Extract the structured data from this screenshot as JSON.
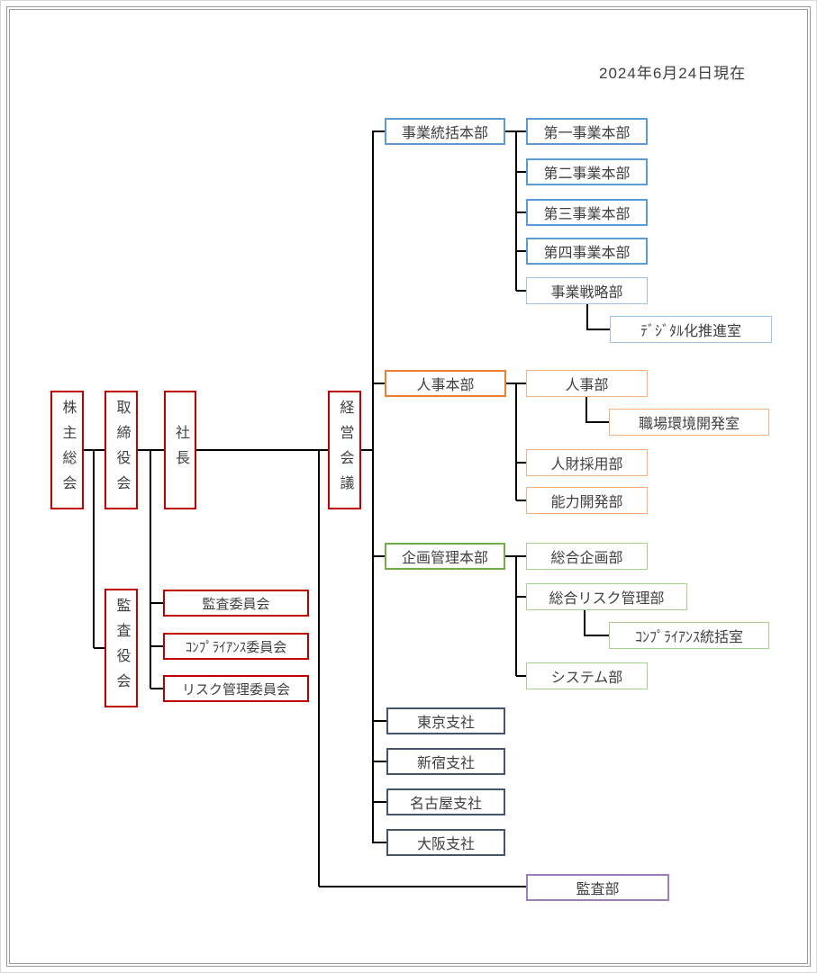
{
  "page": {
    "as_of_date": "2024年6月24日現在"
  },
  "governance": {
    "shareholders_meeting": "株主総会",
    "board_of_directors": "取締役会",
    "president": "社長",
    "management_council": "経営会議",
    "audit_board": "監査役会",
    "committees": [
      "監査委員会",
      "ｺﾝﾌﾟﾗｲｱﾝｽ委員会",
      "リスク管理委員会"
    ]
  },
  "business_division": {
    "head": "事業統括本部",
    "children": [
      "第一事業本部",
      "第二事業本部",
      "第三事業本部",
      "第四事業本部",
      "事業戦略部"
    ],
    "strategy_sub": "ﾃﾞｼﾞﾀﾙ化推進室"
  },
  "hr_division": {
    "head": "人事本部",
    "children": [
      "人事部",
      "人財採用部",
      "能力開発部"
    ],
    "hr_sub": "職場環境開発室"
  },
  "planning_division": {
    "head": "企画管理本部",
    "children": [
      "総合企画部",
      "総合リスク管理部",
      "システム部"
    ],
    "risk_sub": "ｺﾝﾌﾟﾗｲｱﾝｽ統括室"
  },
  "branches": [
    "東京支社",
    "新宿支社",
    "名古屋支社",
    "大阪支社"
  ],
  "audit_department": "監査部",
  "colors": {
    "primary_red": "#c00000",
    "blue_strong": "#5b9bd5",
    "blue_light": "#9dc3e6",
    "orange_strong": "#ed7d31",
    "orange_light": "#f4b183",
    "green_strong": "#70ad47",
    "green_light": "#a9d18e",
    "slate": "#44546a",
    "purple": "#9e7cc1",
    "line_black": "#000000"
  }
}
